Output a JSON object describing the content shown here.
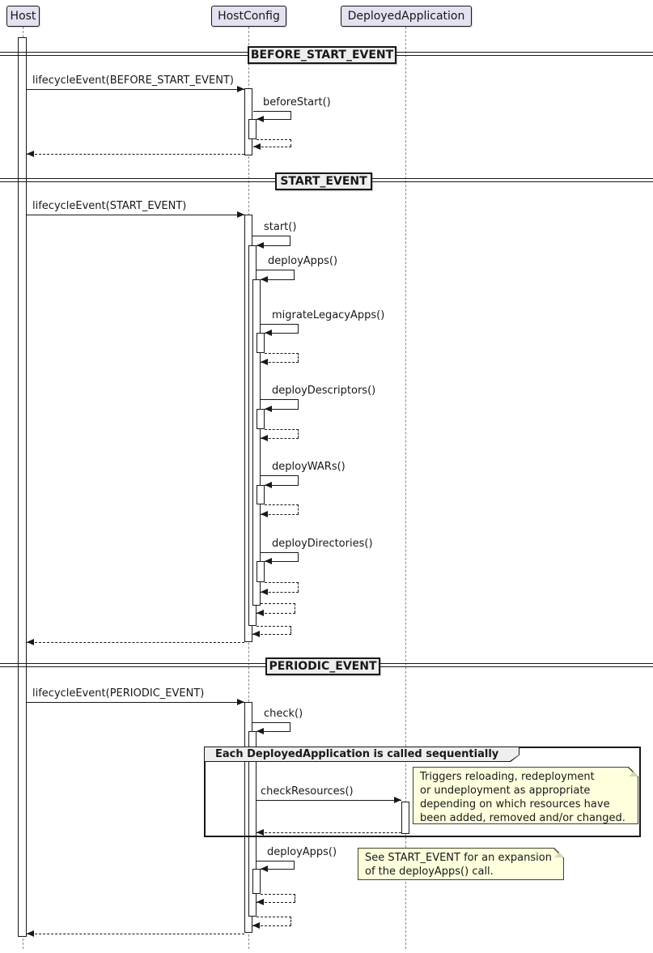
{
  "diagram": {
    "participants": [
      {
        "label": "Host"
      },
      {
        "label": "HostConfig"
      },
      {
        "label": "DeployedApplication"
      }
    ],
    "dividers": [
      {
        "label": "BEFORE_START_EVENT"
      },
      {
        "label": "START_EVENT"
      },
      {
        "label": "PERIODIC_EVENT"
      }
    ],
    "messages": {
      "lifecycle_before": "lifecycleEvent(BEFORE_START_EVENT)",
      "before_start": "beforeStart()",
      "lifecycle_start": "lifecycleEvent(START_EVENT)",
      "start": "start()",
      "deploy_apps": "deployApps()",
      "migrate_legacy_apps": "migrateLegacyApps()",
      "deploy_descriptors": "deployDescriptors()",
      "deploy_wars": "deployWARs()",
      "deploy_directories": "deployDirectories()",
      "lifecycle_periodic": "lifecycleEvent(PERIODIC_EVENT)",
      "check": "check()",
      "check_resources": "checkResources()",
      "deploy_apps_periodic": "deployApps()"
    },
    "frame": {
      "title": "Each DeployedApplication is called sequentially"
    },
    "notes": [
      {
        "text": "Triggers reloading, redeployment\nor undeployment as appropriate\ndepending on which resources have\nbeen added, removed and/or changed."
      },
      {
        "text": "See START_EVENT for an expansion\nof the deployApps() call."
      }
    ],
    "colors": {
      "participant_fill": "#E2E2F0",
      "divider_fill": "#EEEEEE",
      "note_fill": "#FEFFDD",
      "line": "#181818"
    }
  }
}
